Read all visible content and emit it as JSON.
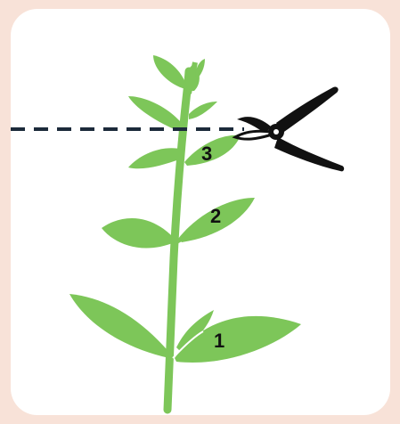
{
  "diagram": {
    "node_labels": [
      "3",
      "2",
      "1"
    ],
    "colors": {
      "background": "#f8e2d8",
      "card": "#ffffff",
      "leaf": "#7dc659",
      "stem": "#7dc659",
      "cut_line": "#1c2a3a",
      "pruner": "#111111",
      "blade": "#ffffff"
    },
    "icons": [
      "dashed-cut-line",
      "pruning-shears-icon",
      "plant-illustration"
    ]
  }
}
